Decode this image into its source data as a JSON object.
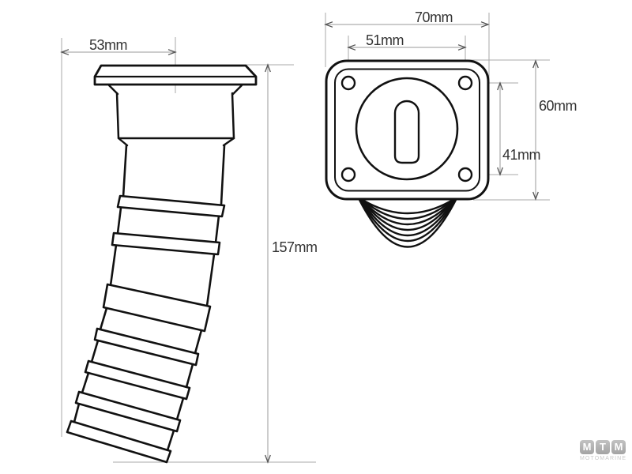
{
  "colors": {
    "background": "#ffffff",
    "outline": "#111111",
    "dimension_line": "#9a9a9a",
    "arrow": "#555555",
    "dimension_text": "#333333",
    "logo_tile": "#b3b3b3",
    "logo_letter": "#ffffff",
    "logo_subtitle": "#c9c9c9"
  },
  "side_view": {
    "description": "deck fill with flexible corrugated hose, side view",
    "dims": {
      "cap_width": {
        "label": "53mm"
      },
      "overall_height": {
        "label": "157mm"
      }
    }
  },
  "top_view": {
    "description": "square mounting flange with key slot, top view",
    "dims": {
      "overall_width": {
        "label": "70mm"
      },
      "bolt_spacing_width": {
        "label": "51mm"
      },
      "overall_height": {
        "label": "60mm"
      },
      "bolt_spacing_height": {
        "label": "41mm"
      }
    }
  },
  "logo": {
    "tiles": [
      "M",
      "T",
      "M"
    ],
    "subtitle": "MOTOMARINE"
  }
}
